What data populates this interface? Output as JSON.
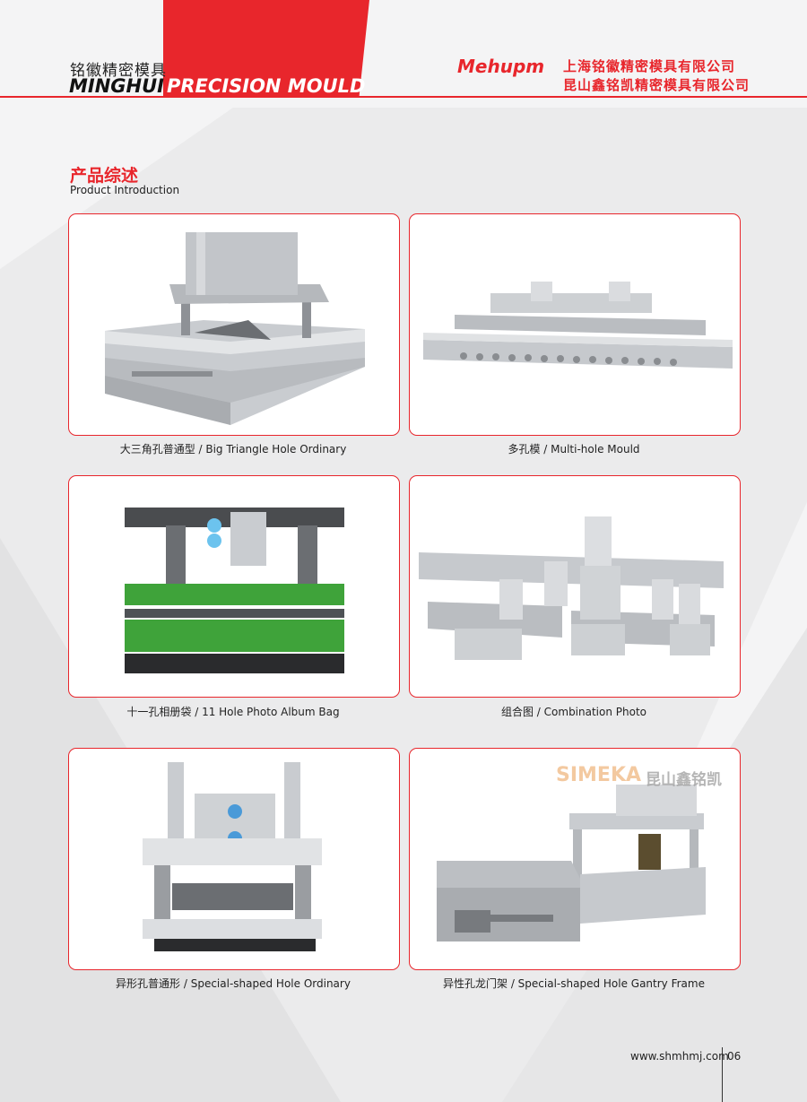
{
  "header": {
    "brand_cn": "铭徽精密模具",
    "brand_en_left": "MINGHUI",
    "brand_en_right": "PRECISION MOULD",
    "logo": "Mehupm",
    "company_1": "上海铭徽精密模具有限公司",
    "company_2": "昆山鑫铭凯精密模具有限公司"
  },
  "section": {
    "title_cn": "产品综述",
    "title_en": "Product Introduction"
  },
  "products": [
    {
      "caption": "大三角孔普通型 / Big Triangle Hole Ordinary"
    },
    {
      "caption": "多孔模 / Multi-hole Mould"
    },
    {
      "caption": "十一孔相册袋 / 11 Hole Photo Album Bag"
    },
    {
      "caption": "组合图 / Combination Photo"
    },
    {
      "caption": "异形孔普通形 / Special-shaped Hole Ordinary"
    },
    {
      "caption": "异性孔龙门架 / Special-shaped Hole Gantry Frame"
    }
  ],
  "watermarks": {
    "simeka": "SIMEKA",
    "simeka_cn": "昆山鑫铭凯"
  },
  "footer": {
    "url": "www.shmhmj.com",
    "page": "06"
  },
  "colors": {
    "accent": "#e8262c",
    "green_plate": "#3fa33a"
  }
}
